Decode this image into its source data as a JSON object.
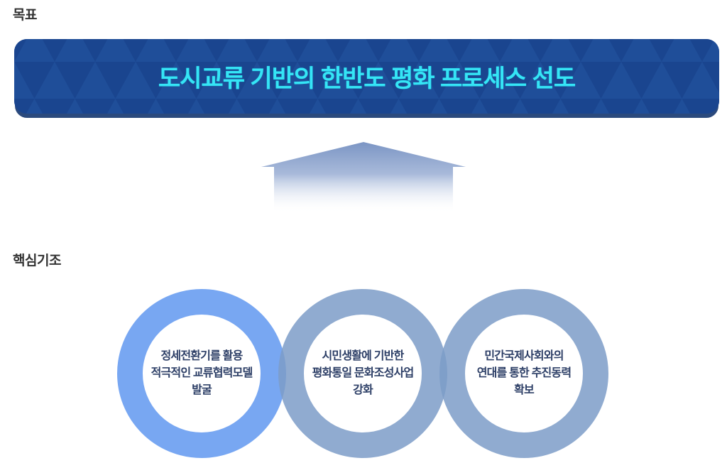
{
  "goal_section": {
    "label": "목표",
    "banner": {
      "title": "도시교류 기반의 한반도 평화 프로세스 선도",
      "bg_color": "#1d4b95",
      "triangle_light_color": "#1f4e99",
      "triangle_dark_color": "#1a458f",
      "title_color": "#35e5f6",
      "bottom_edge_color": "#2b4a7d"
    }
  },
  "arrow": {
    "direction": "up",
    "gradient_top_color": "#7b95c4",
    "gradient_bottom_color": "#ffffff"
  },
  "keynote_section": {
    "label": "핵심기조",
    "text_color": "#2c3e66",
    "circles": [
      {
        "ring_color": "rgba(96,152,240,0.85)",
        "lines": [
          "정세전환기를 활용",
          "적극적인 교류협력모델",
          "발굴"
        ]
      },
      {
        "ring_color": "rgba(124,156,200,0.85)",
        "lines": [
          "시민생활에 기반한",
          "평화통일 문화조성사업",
          "강화"
        ]
      },
      {
        "ring_color": "rgba(124,156,200,0.85)",
        "lines": [
          "민간국제사회와의",
          "연대를 통한 추진동력",
          "확보"
        ]
      }
    ]
  }
}
